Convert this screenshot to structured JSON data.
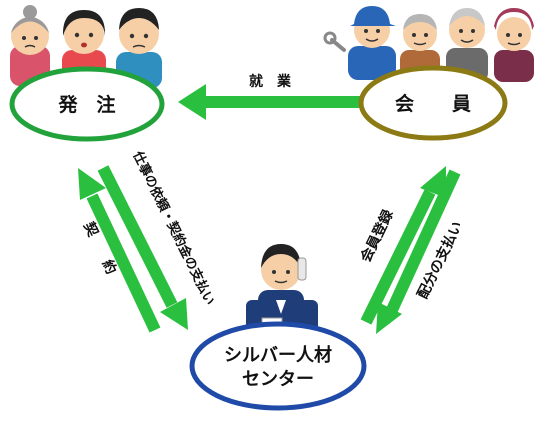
{
  "nodes": {
    "client": {
      "label": "発　注",
      "color": "#22a23a"
    },
    "member": {
      "label": "会　　員",
      "color": "#8c7a14"
    },
    "center": {
      "line1": "シルバー人材",
      "line2": "センター",
      "color": "#1f4aa8"
    }
  },
  "edges": {
    "work": {
      "label": "就　業"
    },
    "contract": {
      "label": "契　　約"
    },
    "request": {
      "label": "仕事の依頼・契約金の支払い"
    },
    "register": {
      "label": "会員登録"
    },
    "payment": {
      "label": "配分の支払い"
    }
  },
  "colors": {
    "arrow": "#2bbf3f"
  }
}
